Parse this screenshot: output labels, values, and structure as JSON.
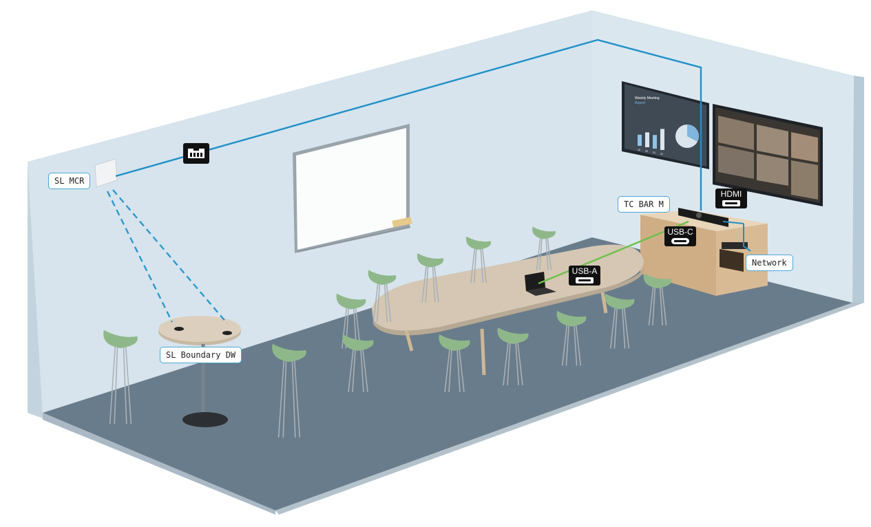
{
  "labels": {
    "sl_mcr": "SL MCR",
    "sl_boundary_dw": "SL Boundary DW",
    "tc_bar_m": "TC BAR M",
    "network": "Network"
  },
  "ports": {
    "hdmi": "HDMI",
    "usb_c": "USB-C",
    "usb_a": "USB-A"
  },
  "icons": {
    "ethernet": "ethernet-port-icon"
  },
  "screen": {
    "title": "Weekly Meeting",
    "subtitle": "Report",
    "bar_labels": [
      "19",
      "20",
      "21",
      "22"
    ],
    "bar_values": [
      0.45,
      0.6,
      0.55,
      0.85
    ]
  },
  "colors": {
    "ethernet_line": "#1f8fc8",
    "usb_line": "#6cc04a",
    "label_border": "#4aa8d8",
    "wall": "#d9e6ef",
    "floor": "#66798a",
    "chairs": "#8fb88a"
  }
}
